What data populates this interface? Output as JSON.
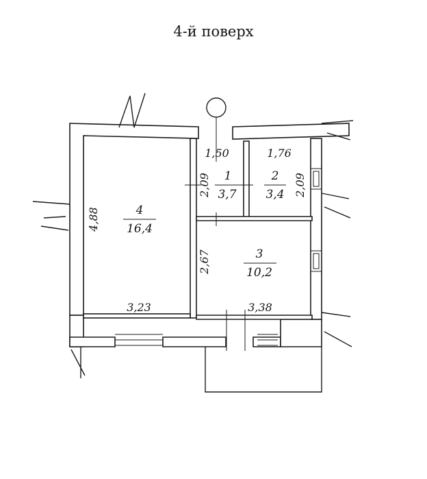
{
  "title": "4-й поверх",
  "rooms": [
    {
      "number": "1",
      "area": "3,7",
      "width": "1,50",
      "length": "2,09"
    },
    {
      "number": "2",
      "area": "3,4",
      "width": "1,76",
      "length": "2,09"
    },
    {
      "number": "3",
      "area": "10,2",
      "width": "3,38",
      "length": "2,67"
    },
    {
      "number": "4",
      "area": "16,4",
      "width": "3,23",
      "length": "4,88"
    }
  ],
  "colors": {
    "line": "#1a1a1a",
    "background": "#ffffff"
  }
}
